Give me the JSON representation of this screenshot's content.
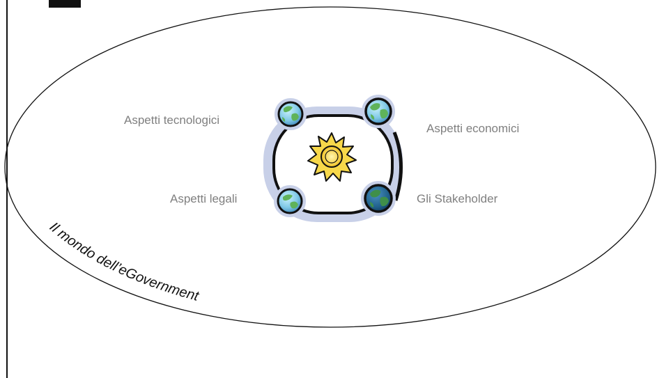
{
  "diagram": {
    "world_label": "Il mondo dell’eGovernment",
    "aspects": [
      {
        "label": "Aspetti tecnologici"
      },
      {
        "label": "Aspetti economici"
      },
      {
        "label": "Aspetti legali"
      },
      {
        "label": "Gli Stakeholder"
      }
    ],
    "icons": {
      "center": "sun-icon",
      "nodes": "globe-icon"
    },
    "colors": {
      "outline": "#111111",
      "label_text": "#7f7f7f",
      "ring_glow": "#c8d0e8",
      "sun_fill": "#f7d84a",
      "globe_land": "#5fb35a",
      "globe_sea_light": "#8fd6ea",
      "globe_sea_dark": "#1f5f8a"
    }
  }
}
